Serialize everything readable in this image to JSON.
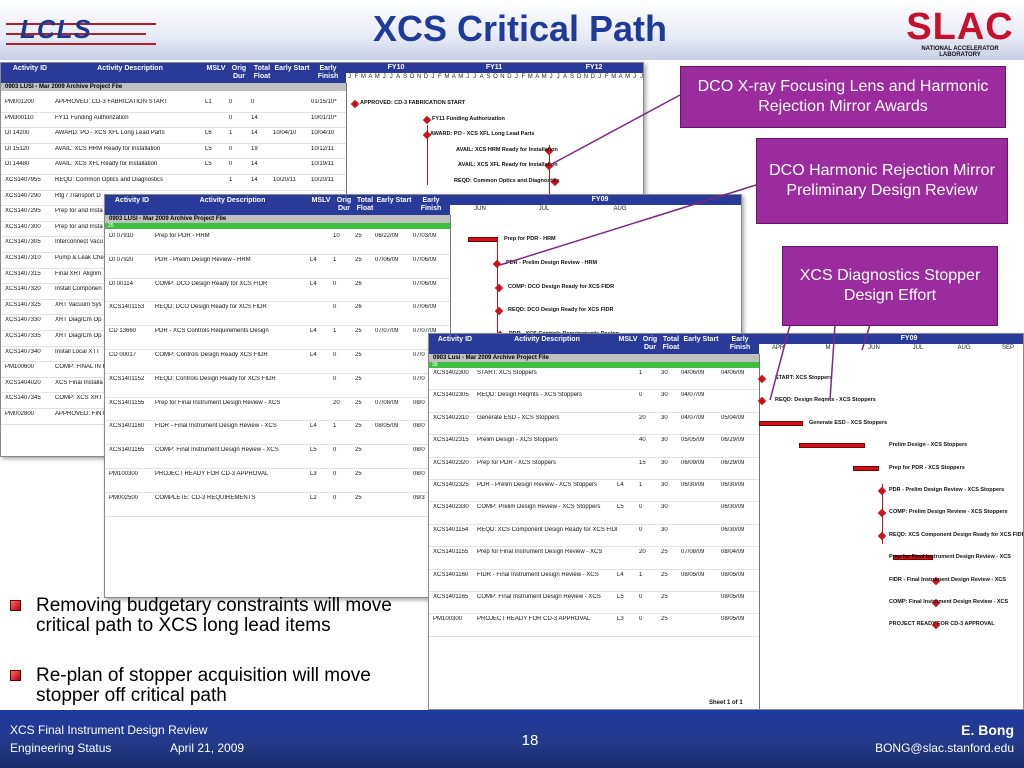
{
  "header": {
    "logo_left": "LCLS",
    "title": "XCS Critical Path",
    "logo_right": "SLAC",
    "logo_right_sub": "NATIONAL ACCELERATOR LABORATORY"
  },
  "sheet1": {
    "cols": [
      "Activity ID",
      "Activity Description",
      "MSLV",
      "Orig Dur",
      "Total Float",
      "Early Start",
      "Early Finish"
    ],
    "fiscal_years": [
      "FY10",
      "FY11",
      "FY12"
    ],
    "months": [
      "J",
      "F",
      "M",
      "A",
      "M",
      "J",
      "J",
      "A",
      "S",
      "O",
      "N",
      "D",
      "J",
      "F",
      "M",
      "A",
      "M",
      "J",
      "J",
      "A",
      "S",
      "O",
      "N",
      "D",
      "J",
      "F",
      "M",
      "A",
      "M",
      "J",
      "J",
      "A",
      "S",
      "O",
      "N",
      "D",
      "J",
      "F",
      "M",
      "A",
      "M",
      "J",
      "J"
    ],
    "project": "0903  LUSI - Mar 2009 Archive Project File",
    "bar_labels": [
      "APPROVED: CD-3 FABRICATION START",
      "FY11 Funding Authorization",
      "AWARD: PO - XCS XFL Long Lead Parts",
      "AVAIL: XCS HRM Ready for Installation",
      "AVAIL: XCS XFL Ready for Installation",
      "REQD: Common Optics and Diagnostics"
    ],
    "rows": [
      [
        "PM001200",
        "APPROVED: CD-3 FABRICATION START",
        "L1",
        "0",
        "0",
        "",
        "01/15/10*"
      ],
      [
        "PM300110",
        "FY11 Funding Authorization",
        "",
        "0",
        "14",
        "",
        "10/01/10*"
      ],
      [
        "DI 14200",
        "AWARD: PO - XCS XFL Long Lead Parts",
        "L6",
        "1",
        "14",
        "10/04/10",
        "10/04/10"
      ],
      [
        "DI 15120",
        "AVAIL: XCS HRM Ready for Installation",
        "L5",
        "0",
        "19",
        "",
        "10/12/11"
      ],
      [
        "DI 14480",
        "AVAIL: XCS XFL Ready for Installation",
        "L5",
        "0",
        "14",
        "",
        "10/19/11"
      ],
      [
        "XCS1407955",
        "REQD: Common Optics and Diagnostics",
        "",
        "1",
        "14",
        "10/20/11",
        "10/20/11"
      ],
      [
        "XCS1407290",
        "Rtg / Transport D",
        "",
        "",
        "",
        "",
        ""
      ],
      [
        "XCS1407295",
        "Prep for and Insta",
        "",
        "",
        "",
        "",
        ""
      ],
      [
        "XCS1407300",
        "Prep for and Insta",
        "",
        "",
        "",
        "",
        ""
      ],
      [
        "XCS1407305",
        "Interconnect Vacu",
        "",
        "",
        "",
        "",
        ""
      ],
      [
        "XCS1407310",
        "Pump & Leak Che",
        "",
        "",
        "",
        "",
        ""
      ],
      [
        "XCS1407315",
        "Final XRT Alignm",
        "",
        "",
        "",
        "",
        ""
      ],
      [
        "XCS1407320",
        "Install Componen",
        "",
        "",
        "",
        "",
        ""
      ],
      [
        "XCS1407325",
        "XRT Vacuum Sys",
        "",
        "",
        "",
        "",
        ""
      ],
      [
        "XCS1407330",
        "XRT Diag/Cm Op",
        "",
        "",
        "",
        "",
        ""
      ],
      [
        "XCS1407335",
        "XRT Diag/Cm Op",
        "",
        "",
        "",
        "",
        ""
      ],
      [
        "XCS1407340",
        "Install Local XTT",
        "",
        "",
        "",
        "",
        ""
      ],
      [
        "PM100600",
        "COMP: FINAL IN REVIEW",
        "",
        "",
        "",
        "",
        ""
      ],
      [
        "XCS1404020",
        "XCS Final Installa",
        "",
        "",
        "",
        "",
        ""
      ],
      [
        "XCS1407345",
        "COMP: XCS XRT",
        "",
        "",
        "",
        "",
        ""
      ],
      [
        "PM002800",
        "APPROVED: FIN REVIEW",
        "",
        "",
        "",
        "",
        ""
      ]
    ]
  },
  "sheet2": {
    "cols": [
      "Activity ID",
      "Activity Description",
      "MSLV",
      "Orig Dur",
      "Total Float",
      "Early Start",
      "Early Finish"
    ],
    "fiscal_year": "FY09",
    "months": [
      "JUN",
      "JUL",
      "AUG"
    ],
    "project": "0903  LUSI - Mar 2009 Archive Project File",
    "green_label": "25",
    "bar_labels": [
      "Prep for PDR - HRM",
      "PDR - Prelim Design Review - HRM",
      "COMP: DCO Design Ready for XCS FIDR",
      "REQD: DCO Design Ready for XCS FIDR",
      "PDR - XCS Controls Requirements Design"
    ],
    "footer": "Sheet 1",
    "rows": [
      [
        "DI 07910",
        "Prep for PDR - HRM",
        "",
        "10",
        "25",
        "06/22/09",
        "07/03/09"
      ],
      [
        "DI 07920",
        "PDR - Prelim Design Review - HRM",
        "L4",
        "1",
        "25",
        "07/06/09",
        "07/06/09"
      ],
      [
        "DI 00114",
        "COMP: DCO Design Ready for XCS FIDR",
        "L4",
        "0",
        "26",
        "",
        "07/06/09"
      ],
      [
        "XCS1401153",
        "REQD: DCO Design Ready for XCS FIDR",
        "",
        "0",
        "26",
        "",
        "07/06/09"
      ],
      [
        "CD 13660",
        "PDR - XCS Controls Requirements Design",
        "L4",
        "1",
        "25",
        "07/07/09",
        "07/07/09"
      ],
      [
        "CD 00017",
        "COMP: Controls Design Ready XCS FIDR",
        "L4",
        "0",
        "25",
        "",
        "07/0"
      ],
      [
        "XCS1401152",
        "REQD: Controls Design Ready for XCS FIDR",
        "",
        "0",
        "25",
        "",
        "07/0"
      ],
      [
        "XCS1401155",
        "Prep for Final Instrument Design Review - XCS",
        "",
        "20",
        "25",
        "07/08/09",
        "08/0"
      ],
      [
        "XCS1401160",
        "FIDR - Final Instrument Design Review - XCS",
        "L4",
        "1",
        "25",
        "08/05/09",
        "08/0"
      ],
      [
        "XCS1401165",
        "COMP: Final Instrument Design Review - XCS",
        "L5",
        "0",
        "25",
        "",
        "08/0"
      ],
      [
        "PM100300",
        "PROJECT READY FOR CD-3 APPROVAL",
        "L3",
        "0",
        "25",
        "",
        "08/0"
      ],
      [
        "PM002500",
        "COMPLETE: CD-3 REQUIREMENTS",
        "L2",
        "0",
        "25",
        "",
        "09/3"
      ]
    ]
  },
  "sheet3": {
    "cols": [
      "Activity ID",
      "Activity Description",
      "MSLV",
      "Orig Dur",
      "Total Float",
      "Early Start",
      "Early Finish"
    ],
    "fiscal_year": "FY09",
    "months": [
      "APR",
      "M",
      "JUN",
      "JUL",
      "AUG",
      "SEP"
    ],
    "project": "0903  Lusi - Mar 2009 Archive Project File",
    "green_label": "38",
    "bar_labels": [
      "START: XCS Stoppers",
      "REQD: Design Reqmts - XCS Stoppers",
      "Generate ESD - XCS Stoppers",
      "Prelim Design - XCS Stoppers",
      "Prep for PDR - XCS Stoppers",
      "PDR - Prelim Design Review - XCS Stoppers",
      "COMP: Prelim Design Review - XCS Stoppers",
      "REQD: XCS Component Design Ready for XCS FIDR",
      "Prep for Final Instrument Design Review - XCS",
      "FIDR - Final Instrument Design Review - XCS",
      "COMP: Final Instrument Design Review - XCS",
      "PROJECT READY FOR CD-3 APPROVAL"
    ],
    "footer": "Sheet 1 of 1",
    "rows": [
      [
        "XCS1402300",
        "START: XCS Stoppers",
        "",
        "1",
        "30",
        "04/06/09",
        "04/06/09"
      ],
      [
        "XCS1402305",
        "REQD: Design Reqmts - XCS Stoppers",
        "",
        "0",
        "30",
        "04/07/09",
        ""
      ],
      [
        "XCS1402310",
        "Generate ESD - XCS Stoppers",
        "",
        "20",
        "30",
        "04/07/09",
        "05/04/09"
      ],
      [
        "XCS1402315",
        "Prelim Design - XCS Stoppers",
        "",
        "40",
        "30",
        "05/05/09",
        "06/29/09"
      ],
      [
        "XCS1402320",
        "Prep for PDR - XCS Stoppers",
        "",
        "15",
        "30",
        "06/09/09",
        "06/29/09"
      ],
      [
        "XCS1402325",
        "PDR - Prelim Design Review - XCS Stoppers",
        "L4",
        "1",
        "30",
        "06/30/09",
        "06/30/09"
      ],
      [
        "XCS1402330",
        "COMP: Prelim Design Review - XCS Stoppers",
        "L5",
        "0",
        "30",
        "",
        "06/30/09"
      ],
      [
        "XCS1401154",
        "REQD: XCS Component Design Ready for XCS FIDR",
        "",
        "0",
        "30",
        "",
        "06/30/09"
      ],
      [
        "XCS1401155",
        "Prep for Final Instrument Design Review - XCS",
        "",
        "20",
        "25",
        "07/08/09",
        "08/04/09"
      ],
      [
        "XCS1401160",
        "FIDR - Final Instrument Design Review - XCS",
        "L4",
        "1",
        "25",
        "08/05/09",
        "08/05/09"
      ],
      [
        "XCS1401165",
        "COMP: Final Instrument Design Review - XCS",
        "L5",
        "0",
        "25",
        "",
        "08/05/09"
      ],
      [
        "PM100300",
        "PROJECT READY FOR CD-3 APPROVAL",
        "L3",
        "0",
        "25",
        "",
        "08/05/09"
      ]
    ]
  },
  "callouts": [
    "DCO X-ray Focusing Lens and Harmonic Rejection Mirror Awards",
    "DCO Harmonic Rejection Mirror Preliminary Design Review",
    "XCS Diagnostics Stopper Design Effort"
  ],
  "bullets": [
    "Removing budgetary constraints will move critical path to XCS long lead items",
    "Re-plan of stopper acquisition will move stopper off critical path"
  ],
  "footer": {
    "line1": "XCS Final Instrument Design Review",
    "line2": "Engineering Status",
    "date": "April 21, 2009",
    "page": "18",
    "author": "E. Bong",
    "email": "BONG@slac.stanford.edu"
  },
  "colors": {
    "title": "#1f3a99",
    "callout": "#9b2c9e",
    "bar": "#d0101a",
    "footer": "#1d3aa0"
  }
}
